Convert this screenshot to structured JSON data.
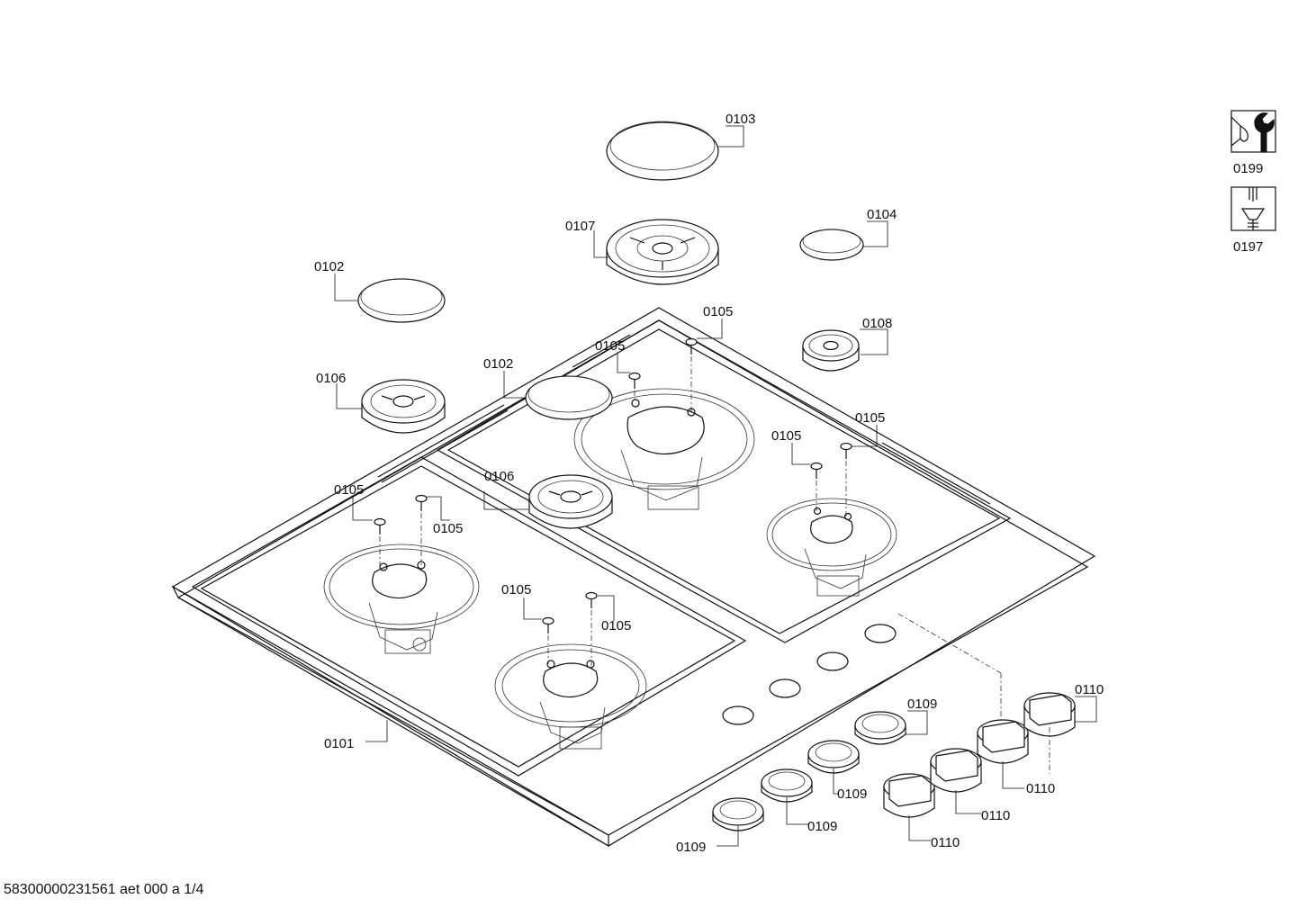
{
  "labels": {
    "l0101": "0101",
    "l0102a": "0102",
    "l0102b": "0102",
    "l0103": "0103",
    "l0104": "0104",
    "l0105a": "0105",
    "l0105b": "0105",
    "l0105c": "0105",
    "l0105d": "0105",
    "l0105e": "0105",
    "l0105f": "0105",
    "l0105g": "0105",
    "l0105h": "0105",
    "l0106a": "0106",
    "l0106b": "0106",
    "l0107": "0107",
    "l0108": "0108",
    "l0109a": "0109",
    "l0109b": "0109",
    "l0109c": "0109",
    "l0109d": "0109",
    "l0110a": "0110",
    "l0110b": "0110",
    "l0110c": "0110",
    "l0110d": "0110",
    "l0197": "0197",
    "l0199": "0199"
  },
  "footer": "58300000231561 aet 000 a 1/4"
}
